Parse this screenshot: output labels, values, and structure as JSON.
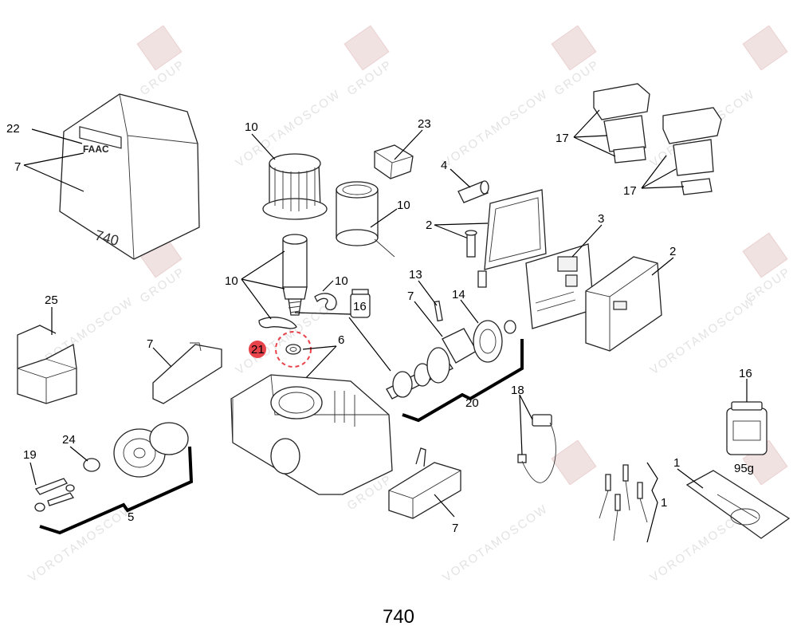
{
  "model_title": "740",
  "watermark_text": "VOROTAMOSCOW",
  "watermark_sub": "GROUP",
  "highlight_color": "#e8424a",
  "callouts": {
    "c22": "22",
    "c7_cover": "7",
    "c25": "25",
    "c7_bracket": "7",
    "c19": "19",
    "c24": "24",
    "c5": "5",
    "c10_top": "10",
    "c10_right": "10",
    "c10_left": "10",
    "c10_ring": "10",
    "c21": "21",
    "c6": "6",
    "c16_jar": "16",
    "c23": "23",
    "c4": "4",
    "c2_board": "2",
    "c13": "13",
    "c7_gear": "7",
    "c14": "14",
    "c20": "20",
    "c7_bottom": "7",
    "c17_top": "17",
    "c17_bottom": "17",
    "c3": "3",
    "c2_box": "2",
    "c18": "18",
    "c1_pins": "1",
    "c1_plate": "1",
    "c16_large": "16"
  },
  "cover_logo": "FAAC",
  "cover_model": "740",
  "jar_weight": "95g"
}
